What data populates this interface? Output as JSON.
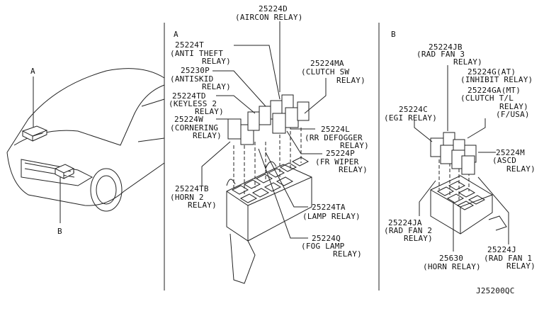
{
  "car_view": {
    "label_a": "A",
    "label_b": "B"
  },
  "panel_a": {
    "title": "A",
    "parts": [
      {
        "number": "25224D",
        "name": [
          "(AIRCON RELAY)"
        ]
      },
      {
        "number": "25224T",
        "name": [
          "(ANTI THEFT",
          "RELAY)"
        ]
      },
      {
        "number": "25230P",
        "name": [
          "(ANTISKID",
          "RELAY)"
        ]
      },
      {
        "number": "25224TD",
        "name": [
          "(KEYLESS 2",
          "RELAY)"
        ]
      },
      {
        "number": "25224W",
        "name": [
          "(CORNERING",
          "RELAY)"
        ]
      },
      {
        "number": "25224MA",
        "name": [
          "(CLUTCH SW",
          "RELAY)"
        ]
      },
      {
        "number": "25224L",
        "name": [
          "(RR DEFOGGER",
          "RELAY)"
        ]
      },
      {
        "number": "25224P",
        "name": [
          "(FR WIPER",
          "RELAY)"
        ]
      },
      {
        "number": "25224TB",
        "name": [
          "(HORN 2",
          "RELAY)"
        ]
      },
      {
        "number": "25224TA",
        "name": [
          "(LAMP RELAY)"
        ]
      },
      {
        "number": "25224Q",
        "name": [
          "(FOG LAMP",
          "RELAY)"
        ]
      }
    ]
  },
  "panel_b": {
    "title": "B",
    "parts": [
      {
        "number": "25224JB",
        "name": [
          "(RAD FAN 3",
          "RELAY)"
        ]
      },
      {
        "number": "25224G(AT)",
        "name": [
          "(INHIBIT RELAY)"
        ]
      },
      {
        "number": "25224GA(MT)",
        "name": [
          "(CLUTCH T/L",
          "RELAY)",
          "(F/USA)"
        ]
      },
      {
        "number": "25224C",
        "name": [
          "(EGI RELAY)"
        ]
      },
      {
        "number": "25224M",
        "name": [
          "(ASCD",
          "RELAY)"
        ]
      },
      {
        "number": "25224JA",
        "name": [
          "(RAD FAN 2",
          "RELAY)"
        ]
      },
      {
        "number": "25630",
        "name": [
          "(HORN RELAY)"
        ]
      },
      {
        "number": "25224J",
        "name": [
          "(RAD FAN 1",
          "RELAY)"
        ]
      }
    ]
  },
  "diagram_code": "J25200QC"
}
